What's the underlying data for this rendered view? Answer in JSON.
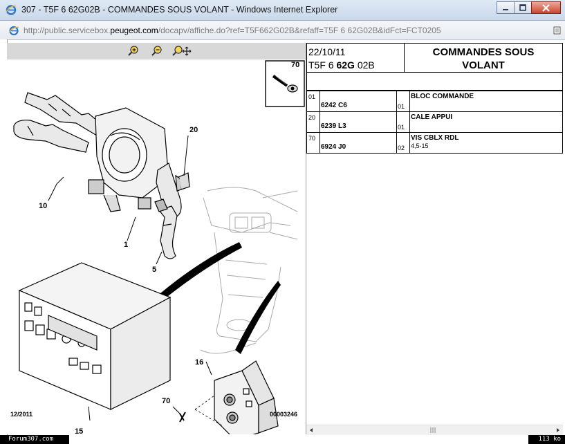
{
  "window": {
    "title": "307 - T5F 6 62G02B - COMMANDES SOUS VOLANT - Windows Internet Explorer",
    "icon": "ie-logo-icon"
  },
  "address": {
    "url_prefix": "http://public.servicebox.",
    "url_domain": "peugeot.com",
    "url_suffix": "/docapv/affiche.do?ref=T5F662G02B&refaff=T5F 6 62G02B&idFct=FCT0205"
  },
  "zoom": {
    "zoom_in": "zoom-in-icon",
    "zoom_out": "zoom-out-icon",
    "zoom_pan": "zoom-pan-icon"
  },
  "diagram": {
    "callouts": [
      "70",
      "20",
      "10",
      "1",
      "5",
      "16",
      "70",
      "15"
    ],
    "date": "12/2011",
    "ref": "00003246"
  },
  "header": {
    "date": "22/10/11",
    "code_a": "T5F 6 ",
    "code_b": "62G",
    "code_c": " 02B",
    "title_line1": "COMMANDES SOUS",
    "title_line2": "VOLANT"
  },
  "parts": [
    {
      "num": "01",
      "ref": "6242 C6",
      "qty": "01",
      "desc": "BLOC COMMANDE",
      "desc2": ""
    },
    {
      "num": "20",
      "ref": "6239 L3",
      "qty": "01",
      "desc": "CALE APPUI",
      "desc2": ""
    },
    {
      "num": "70",
      "ref": "6924 J0",
      "qty": "02",
      "desc": "VIS CBLX RDL",
      "desc2": "4,5-15"
    }
  ],
  "status": {
    "left": "Forum307.com",
    "right": "113 ko"
  }
}
